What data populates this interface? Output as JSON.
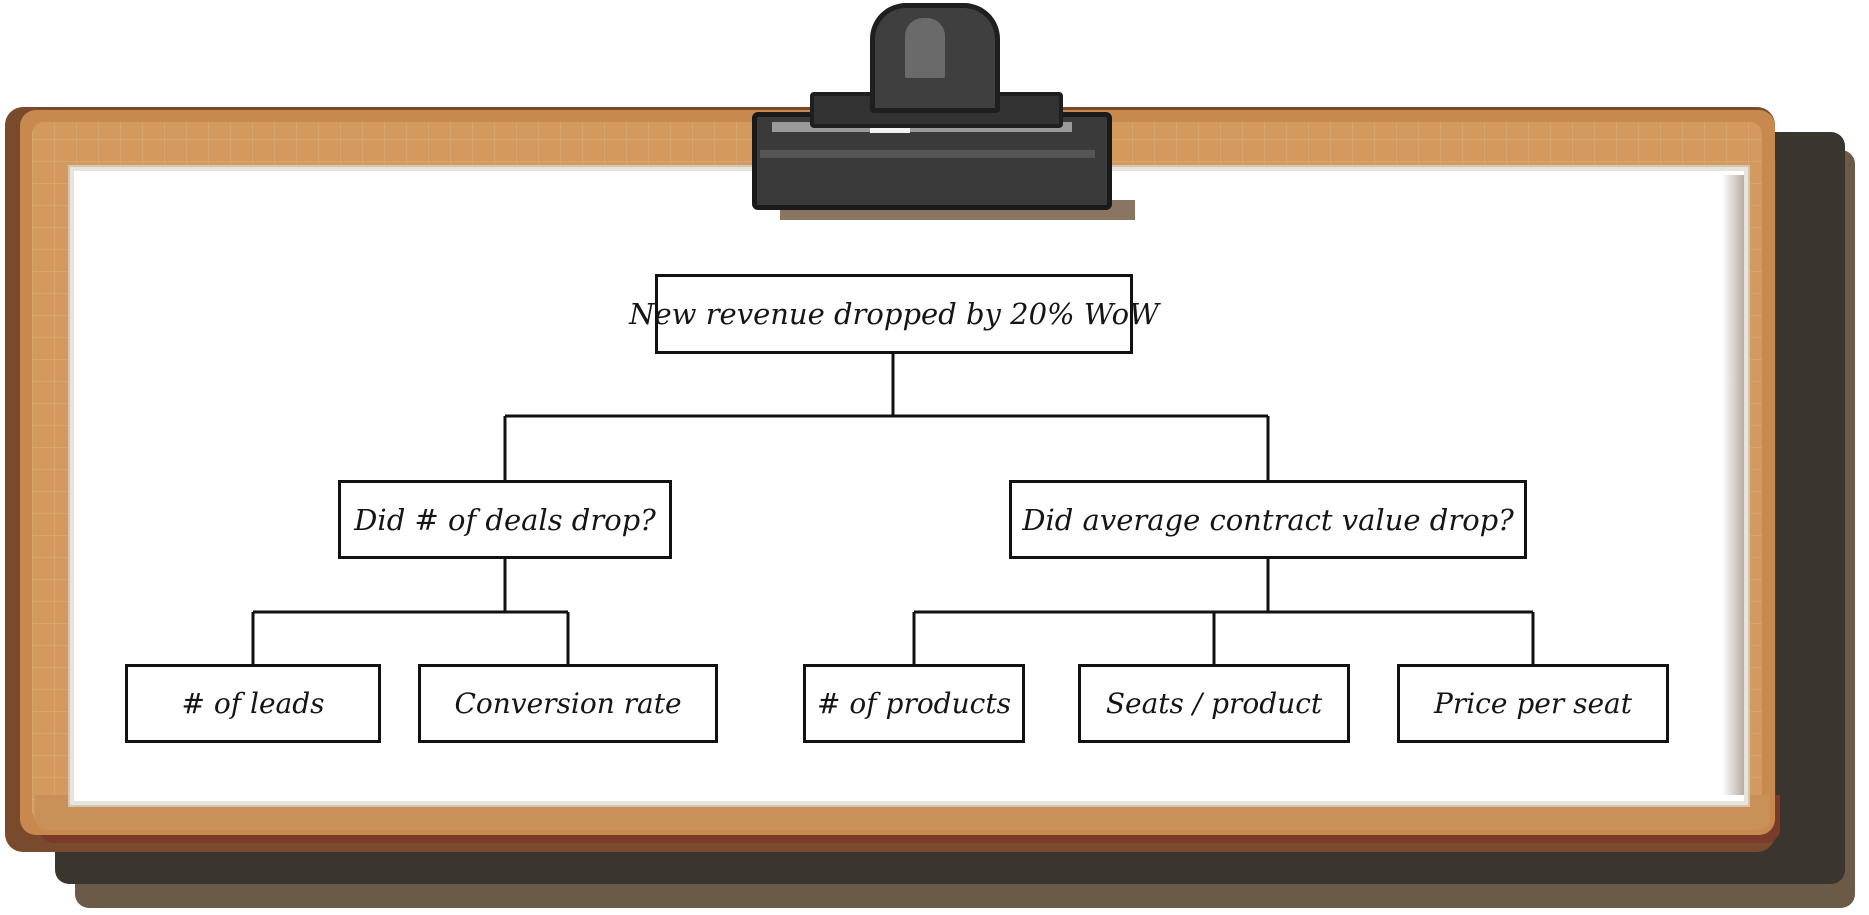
{
  "diagram": {
    "root": "New revenue dropped by 20% WoW",
    "branches": [
      {
        "question": "Did # of deals drop?",
        "drivers": [
          "# of leads",
          "Conversion rate"
        ]
      },
      {
        "question": "Did average contract value drop?",
        "drivers": [
          "# of products",
          "Seats / product",
          "Price per seat"
        ]
      }
    ]
  },
  "colors": {
    "board": "#d49a5d",
    "board_dark": "#7a4a2c",
    "clip": "#3a3a3a",
    "paper": "#ffffff",
    "line": "#111111"
  },
  "icons": [
    "clipboard-icon",
    "clip-icon"
  ]
}
